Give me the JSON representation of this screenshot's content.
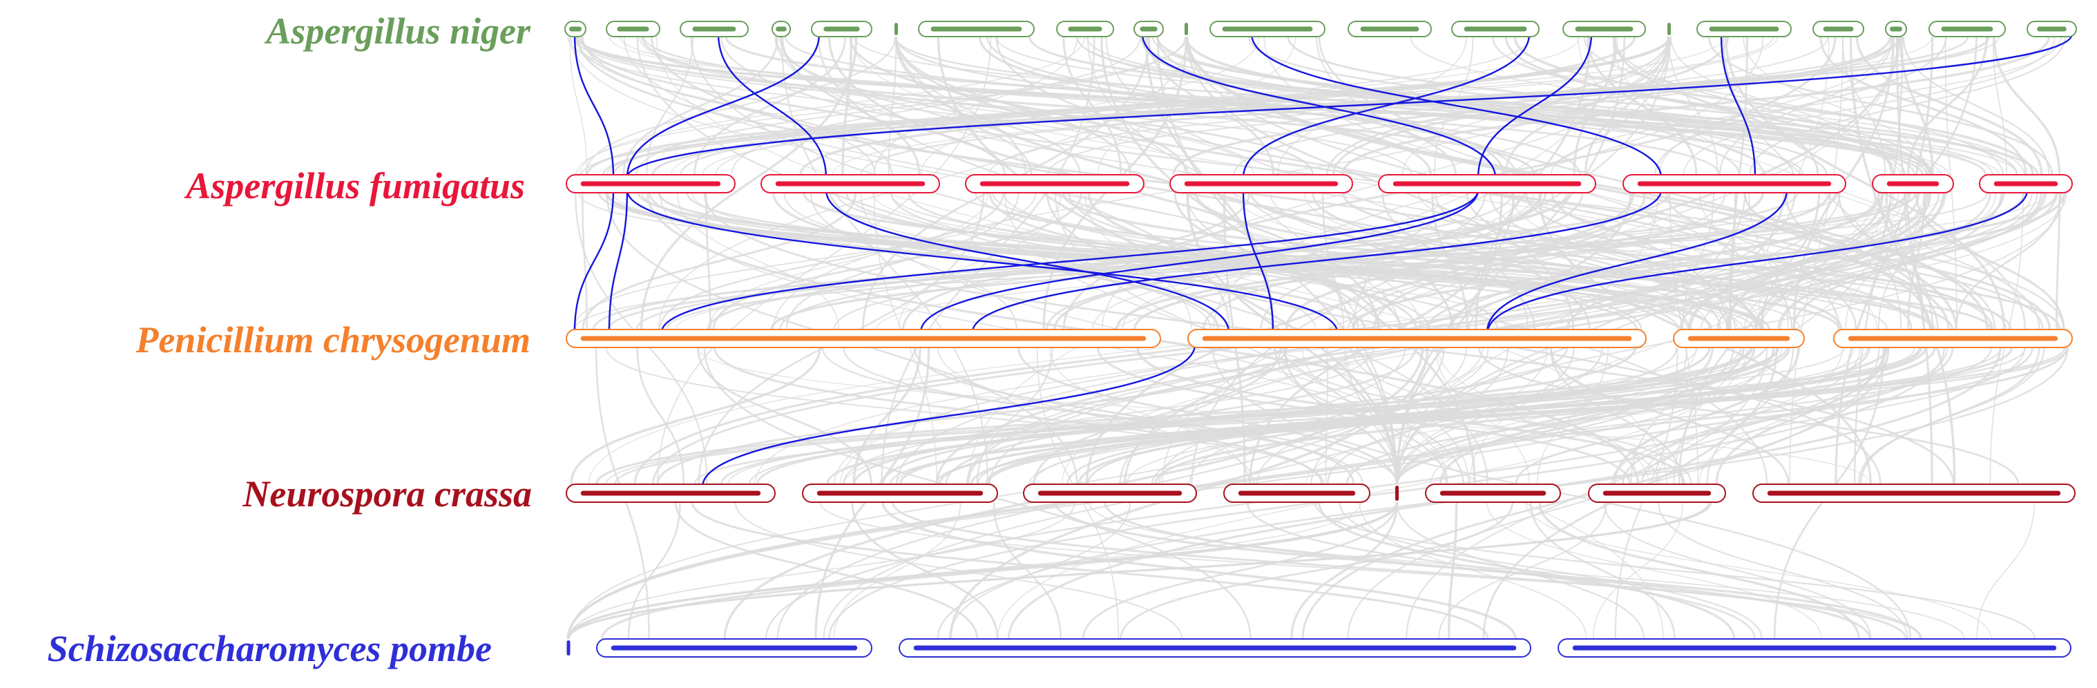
{
  "colors": {
    "background": "#ffffff",
    "background_links": "#dcdcdc",
    "highlight_links": "#1515e0"
  },
  "tracks": [
    {
      "id": "niger",
      "name": "Aspergillus niger",
      "color": "#6a9e5b"
    },
    {
      "id": "fumigatus",
      "name": "Aspergillus fumigatus",
      "color": "#e8173a"
    },
    {
      "id": "chrysogenum",
      "name": "Penicillium chrysogenum",
      "color": "#f5802c"
    },
    {
      "id": "crassa",
      "name": "Neurospora crassa",
      "color": "#a8101e"
    },
    {
      "id": "pombe",
      "name": "Schizosaccharomyces pombe",
      "color": "#2f2fd8"
    }
  ]
}
